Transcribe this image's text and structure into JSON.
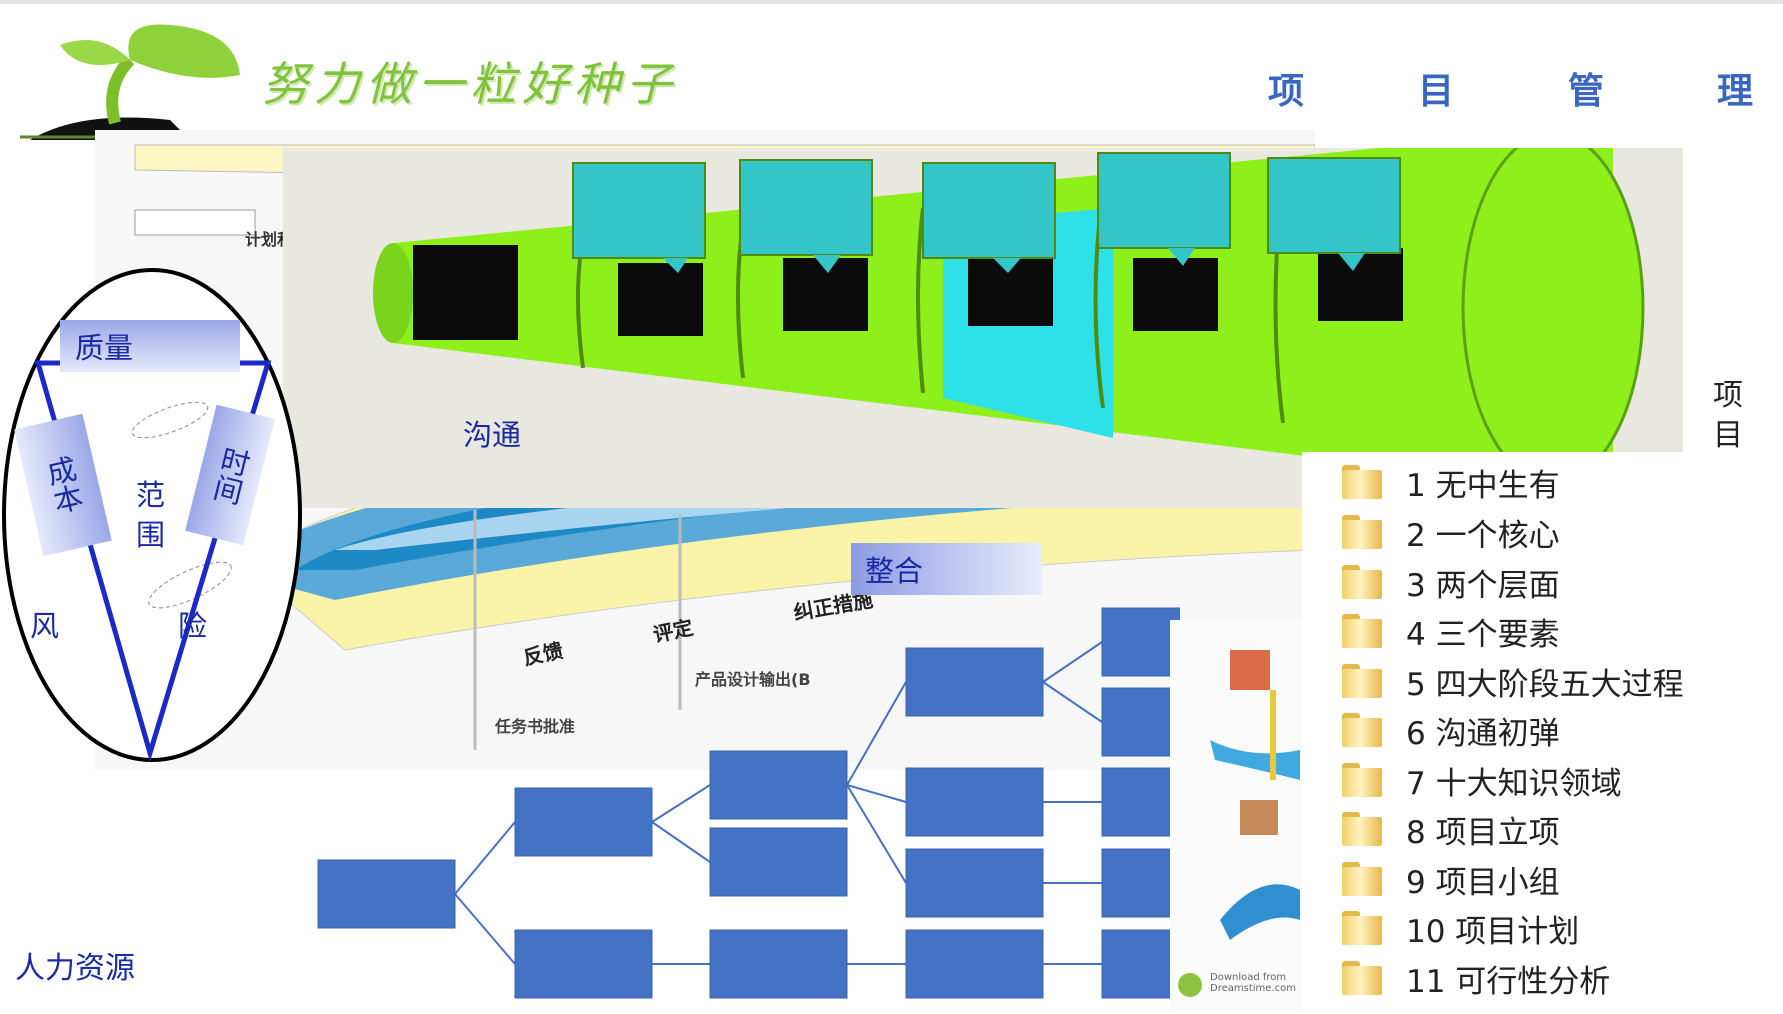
{
  "header": {
    "slogan": "努力做一粒好种子",
    "title_chars": [
      "项",
      "目",
      "管",
      "理"
    ]
  },
  "side_vertical_chars": [
    "项",
    "目"
  ],
  "triangle": {
    "quality": "质量",
    "cost": "成本",
    "time": "时间",
    "scope_top": "范",
    "scope_bottom": "围",
    "risk_left": "风",
    "risk_right": "险"
  },
  "communication_label": "沟通",
  "integration_label": "整合",
  "human_resources_label": "人力资源",
  "workflow": {
    "plan_label": "计划和",
    "feedback": "反馈",
    "review": "评定",
    "corrective": "纠正措施",
    "output": "产品设计输出(B",
    "task_approval": "任务书批准"
  },
  "illustration_caption": "Download from Dreamstime.com",
  "folders": [
    "1 无中生有",
    "2 一个核心",
    "3 两个层面",
    "4 三个要素",
    "5 四大阶段五大过程",
    "6 沟通初弹",
    "7 十大知识领域",
    "8 项目立项",
    "9 项目小组",
    "10 项目计划",
    "11 可行性分析"
  ],
  "colors": {
    "title_blue": "#3a66c2",
    "label_blue": "#1a2aa0",
    "tree_box": "#4472c4",
    "funnel_green": "#8ef01a",
    "funnel_cyan": "#2ee0e8",
    "callout_teal": "#33c5c8"
  },
  "icons": [
    "sprout-logo-icon",
    "folder-icon"
  ]
}
